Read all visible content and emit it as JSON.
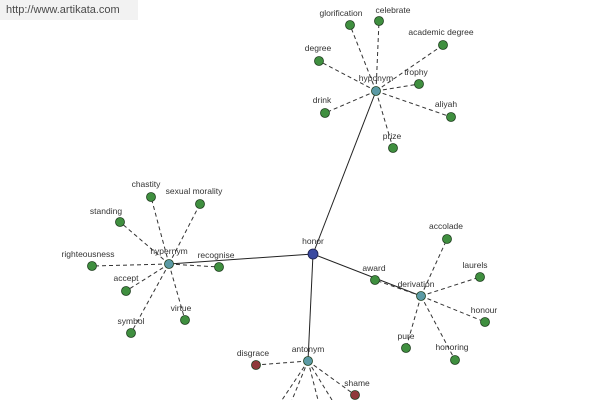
{
  "banner": {
    "url": "http://www.artikata.com"
  },
  "colors": {
    "center": "#3b4aa0",
    "hub": "#5b9aa5",
    "word": "#3f8f3f",
    "antonym_word": "#8f3a3a"
  },
  "graph": {
    "center": {
      "label": "honor"
    },
    "groups": [
      {
        "hub": "hypernym",
        "words": [
          "chastity",
          "sexual morality",
          "standing",
          "righteousness",
          "accept",
          "symbol",
          "virtue",
          "recognise"
        ]
      },
      {
        "hub": "hyponym",
        "words": [
          "glorification",
          "celebrate",
          "degree",
          "academic degree",
          "trophy",
          "drink",
          "aliyah",
          "prize"
        ]
      },
      {
        "hub": "derivation",
        "words": [
          "accolade",
          "award",
          "laurels",
          "honour",
          "pure",
          "honoring"
        ]
      },
      {
        "hub": "antonym",
        "words": [
          "disgrace",
          "shame"
        ]
      }
    ]
  }
}
